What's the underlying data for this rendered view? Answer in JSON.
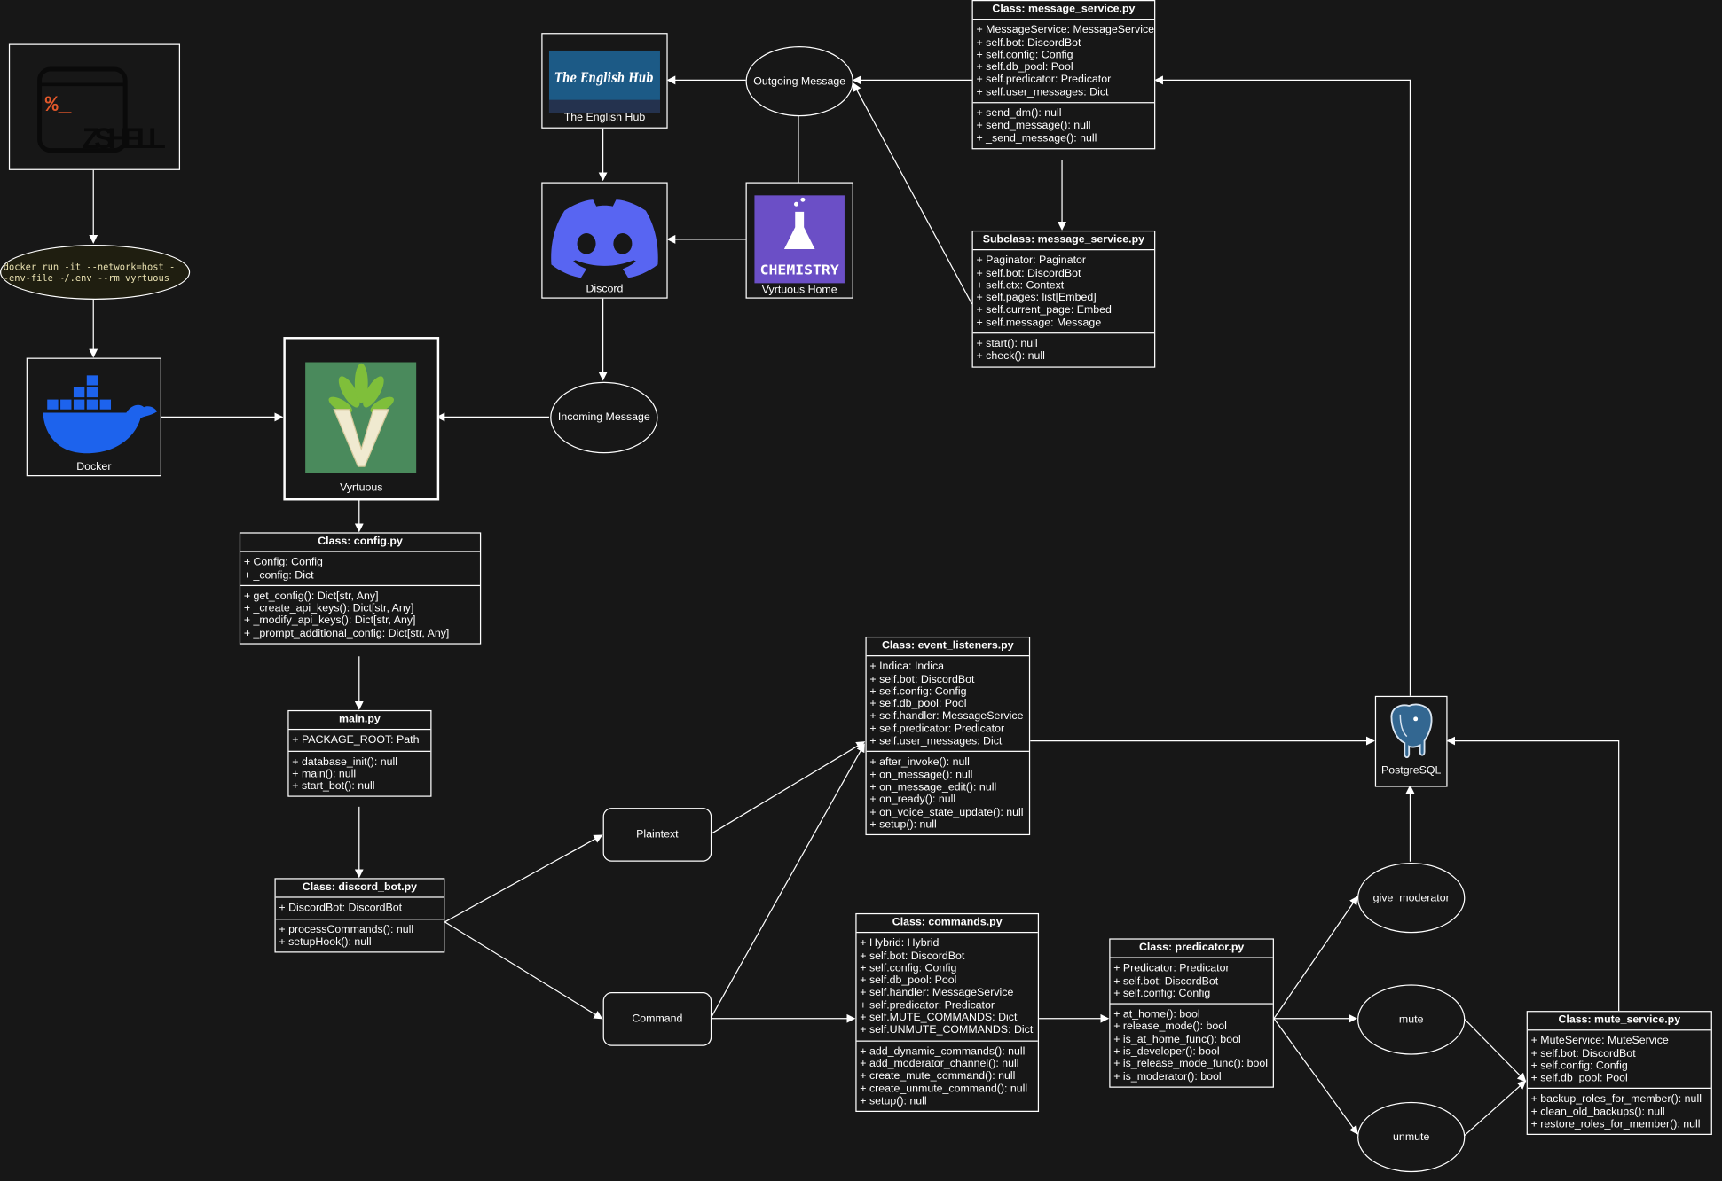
{
  "colors": {
    "background": "#171717",
    "line": "#ffffff",
    "discord": "#5865F2",
    "docker": "#1d63ed",
    "vyrtuous_bg": "#4a8a5c",
    "chemistry_bg": "#6b4fc6",
    "postgres": "#336791",
    "zshell_prompt": "#e0572a"
  },
  "nodes": {
    "zshell": {
      "icon": "terminal-icon",
      "prompt": "%_",
      "text": "ZSHELL"
    },
    "docker_cmd": {
      "line1": "docker run -it --network=host -",
      "line2": "-env-file ~/.env --rm vyrtuous"
    },
    "docker": {
      "label": "Docker",
      "icon": "docker-whale-icon"
    },
    "vyrtuous": {
      "label": "Vyrtuous",
      "icon": "vyrtuous-logo-icon"
    },
    "english_hub": {
      "label": "The English Hub",
      "logo_text": "The English Hub"
    },
    "discord": {
      "label": "Discord",
      "icon": "discord-logo-icon"
    },
    "vyrtuous_home": {
      "label": "Vyrtuous Home",
      "logo_text": "CHEMISTRY"
    },
    "outgoing": {
      "label": "Outgoing Message"
    },
    "incoming": {
      "label": "Incoming Message"
    },
    "plaintext": {
      "label": "Plaintext"
    },
    "command": {
      "label": "Command"
    },
    "give_moderator": {
      "label": "give_moderator"
    },
    "mute": {
      "label": "mute"
    },
    "unmute": {
      "label": "unmute"
    },
    "postgres": {
      "label": "PostgreSQL",
      "icon": "postgresql-elephant-icon"
    }
  },
  "classes": {
    "message_service": {
      "title": "Class: message_service.py",
      "attrs": [
        "+ MessageService: MessageService",
        "+ self.bot: DiscordBot",
        "+ self.config: Config",
        "+ self.db_pool: Pool",
        "+ self.predicator: Predicator",
        "+ self.user_messages: Dict"
      ],
      "methods": [
        "+ send_dm(): null",
        "+ send_message(): null",
        "+ _send_message(): null"
      ]
    },
    "sub_message_service": {
      "title": "Subclass: message_service.py",
      "attrs": [
        "+ Paginator: Paginator",
        "+ self.bot: DiscordBot",
        "+ self.ctx: Context",
        "+ self.pages: list[Embed]",
        "+ self.current_page: Embed",
        "+ self.message: Message"
      ],
      "methods": [
        "+ start(): null",
        "+ check(): null"
      ]
    },
    "config": {
      "title": "Class: config.py",
      "attrs": [
        "+ Config: Config",
        "+ _config: Dict"
      ],
      "methods": [
        "+ get_config(): Dict[str, Any]",
        "+ _create_api_keys(): Dict[str, Any]",
        "+ _modify_api_keys(): Dict[str, Any]",
        "+ _prompt_additional_config: Dict[str, Any]"
      ]
    },
    "main": {
      "title": "main.py",
      "attrs": [
        "+ PACKAGE_ROOT: Path"
      ],
      "methods": [
        "+ database_init(): null",
        "+ main(): null",
        "+ start_bot(): null"
      ]
    },
    "discord_bot": {
      "title": "Class: discord_bot.py",
      "attrs": [
        "+ DiscordBot: DiscordBot"
      ],
      "methods": [
        "+ processCommands(): null",
        "+ setupHook(): null"
      ]
    },
    "event_listeners": {
      "title": "Class: event_listeners.py",
      "attrs": [
        "+ Indica: Indica",
        "+ self.bot: DiscordBot",
        "+ self.config: Config",
        "+ self.db_pool: Pool",
        "+ self.handler: MessageService",
        "+ self.predicator: Predicator",
        "+ self.user_messages: Dict"
      ],
      "methods": [
        "+ after_invoke(): null",
        "+ on_message(): null",
        "+ on_message_edit(): null",
        "+ on_ready(): null",
        "+ on_voice_state_update(): null",
        "+ setup(): null"
      ]
    },
    "commands": {
      "title": "Class: commands.py",
      "attrs": [
        "+ Hybrid: Hybrid",
        "+ self.bot: DiscordBot",
        "+ self.config: Config",
        "+ self.db_pool: Pool",
        "+ self.handler: MessageService",
        "+ self.predicator: Predicator",
        "+ self.MUTE_COMMANDS: Dict",
        "+ self.UNMUTE_COMMANDS: Dict"
      ],
      "methods": [
        "+ add_dynamic_commands(): null",
        "+ add_moderator_channel(): null",
        "+ create_mute_command(): null",
        "+ create_unmute_command(): null",
        "+ setup(): null"
      ]
    },
    "predicator": {
      "title": "Class: predicator.py",
      "attrs": [
        "+ Predicator: Predicator",
        "+ self.bot: DiscordBot",
        "+ self.config: Config"
      ],
      "methods": [
        "+ at_home(): bool",
        "+ release_mode(): bool",
        "+ is_at_home_func(): bool",
        "+ is_developer(): bool",
        "+ is_release_mode_func(): bool",
        "+ is_moderator(): bool"
      ]
    },
    "mute_service": {
      "title": "Class: mute_service.py",
      "attrs": [
        "+ MuteService: MuteService",
        "+ self.bot: DiscordBot",
        "+ self.config: Config",
        "+ self.db_pool: Pool"
      ],
      "methods": [
        "+ backup_roles_for_member(): null",
        "+ clean_old_backups(): null",
        "+ restore_roles_for_member(): null"
      ]
    }
  }
}
